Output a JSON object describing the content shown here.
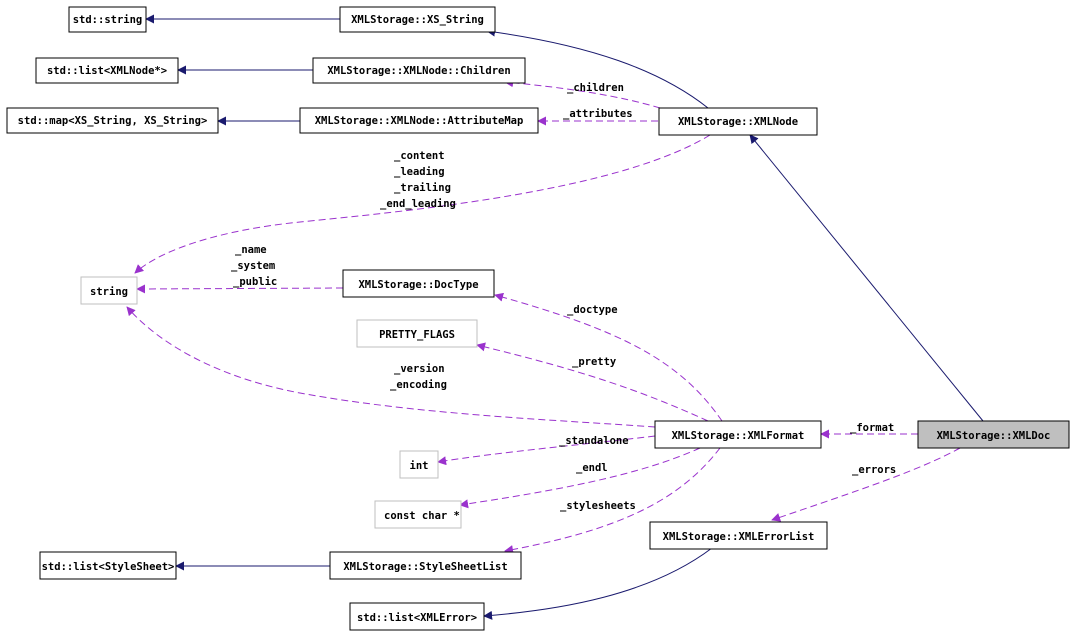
{
  "nodes": {
    "std_string": "std::string",
    "xs_string": "XMLStorage::XS_String",
    "std_list_xmlnode": "std::list<XMLNode*>",
    "children": "XMLStorage::XMLNode::Children",
    "std_map": "std::map<XS_String, XS_String>",
    "attribute_map": "XMLStorage::XMLNode::AttributeMap",
    "xmlnode": "XMLStorage::XMLNode",
    "string": "string",
    "doctype": "XMLStorage::DocType",
    "pretty_flags": "PRETTY_FLAGS",
    "xmlformat": "XMLStorage::XMLFormat",
    "xmldoc": "XMLStorage::XMLDoc",
    "int": "int",
    "const_char": "const char *",
    "xmlerrorlist": "XMLStorage::XMLErrorList",
    "std_list_stylesheet": "std::list<StyleSheet>",
    "stylesheetlist": "XMLStorage::StyleSheetList",
    "std_list_xmlerror": "std::list<XMLError>"
  },
  "edges": {
    "children": "_children",
    "attributes": "_attributes",
    "content": "_content",
    "leading": "_leading",
    "trailing": "_trailing",
    "end_leading": "_end_leading",
    "name": "_name",
    "system": "_system",
    "public": "_public",
    "doctype": "_doctype",
    "pretty": "_pretty",
    "version": "_version",
    "encoding": "_encoding",
    "standalone": "_standalone",
    "endl": "_endl",
    "stylesheets": "_stylesheets",
    "format": "_format",
    "errors": "_errors"
  },
  "colors": {
    "inheritance": "#1a1a6e",
    "usage": "#9a32cd",
    "focus_fill": "#bfbfbf",
    "external_border": "#bfbfbf"
  }
}
